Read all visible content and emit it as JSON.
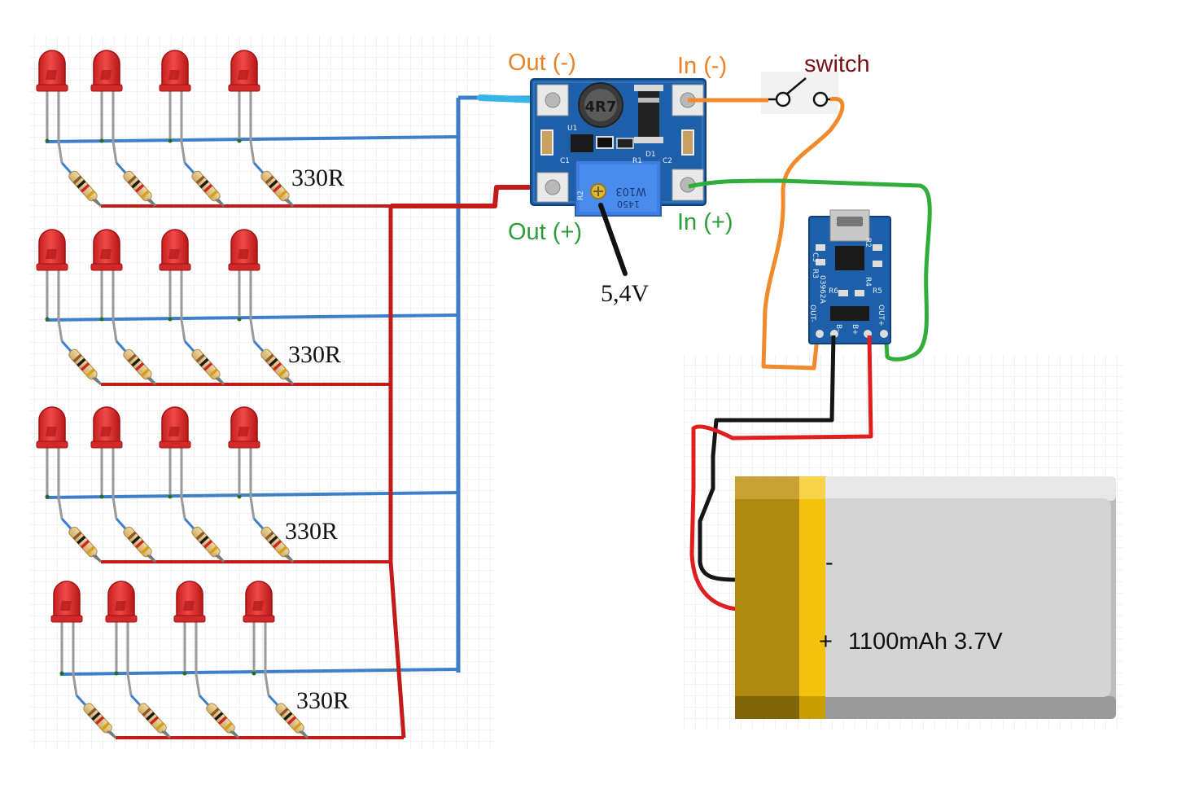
{
  "labels": {
    "resistor": "330R",
    "out_minus": "Out (-)",
    "in_minus": "In (-)",
    "out_plus": "Out (+)",
    "in_plus": "In (+)",
    "switch": "switch",
    "voltage": "5,4V",
    "battery_minus": "-",
    "battery_plus": "+",
    "battery_spec": "1100mAh 3.7V"
  },
  "boost_board": {
    "inductor": "4R7",
    "pot": "W103",
    "pot_code": "1450",
    "silk": [
      "U1",
      "C1",
      "R1",
      "D1",
      "C2",
      "R2"
    ]
  },
  "charger_board": {
    "silk": [
      "C3",
      "R3",
      "R6",
      "R5",
      "R2",
      "R4",
      "OUT-",
      "B-",
      "B+",
      "OUT+",
      "03962A"
    ]
  },
  "colors": {
    "blue_wire": "#3e7fcc",
    "red_wire": "#c41a1a",
    "orange_wire": "#f28a2c",
    "green_wire": "#2fae3c",
    "label_orange": "#e8832a",
    "label_green": "#2e9e3a",
    "label_switch": "#7a1014",
    "led": "#e53935",
    "pcb": "#1d5fa8",
    "battery_body": "#d4d4d4",
    "battery_tape": "#b08a10"
  },
  "icons": [
    "led-icon",
    "resistor-icon",
    "switch-icon",
    "battery-icon",
    "boost-converter-icon",
    "charger-module-icon",
    "micro-usb-icon"
  ]
}
